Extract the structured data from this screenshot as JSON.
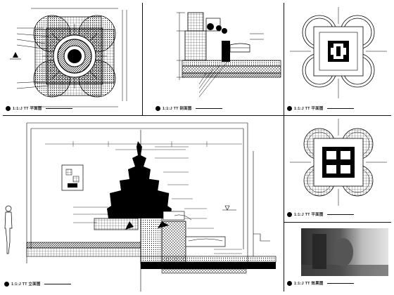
{
  "sheet": {
    "captions": {
      "plan_paving": "1:1:J TT 平面图",
      "section_small": "1:1:J TT 剖面图",
      "plan_top_right": "1:1:J TT 平面图",
      "elevation": "1:1:J TT 立面图",
      "plan_mid_right": "1:1:J TT 平面图",
      "photo": "1:1:J TT 效果图"
    },
    "colors": {
      "ink": "#000000",
      "paper": "#ffffff",
      "photo_dark": "#3a3a3a",
      "photo_light": "#d8d8d8"
    }
  }
}
